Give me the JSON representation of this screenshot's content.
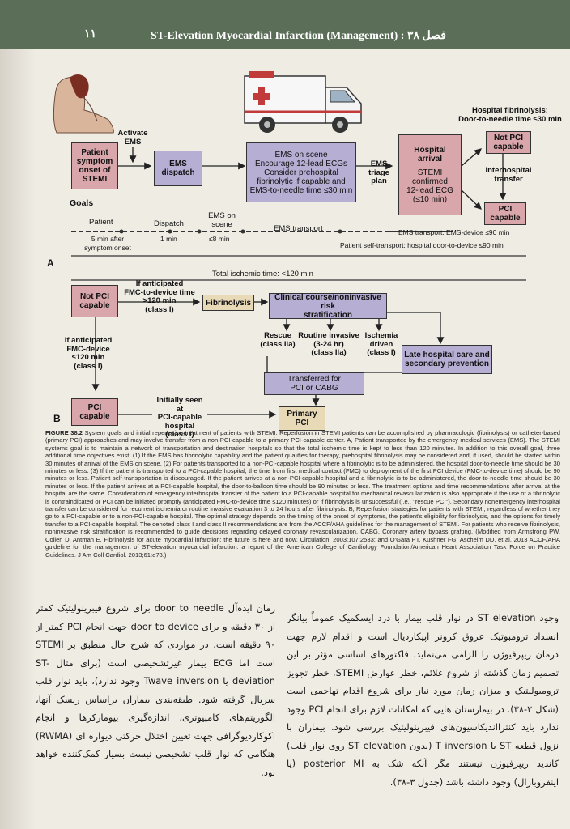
{
  "header": {
    "page_number": "۱۱",
    "running_head": "ST-Elevation Myocardial Infarction (Management) : فصل ۳۸"
  },
  "figureA": {
    "activate_ems": "Activate\nEMS",
    "patient_onset": "Patient\nsymptom\nonset of\nSTEMI",
    "ems_dispatch": "EMS\ndispatch",
    "ems_on_scene": "EMS on scene\nEncourage 12-lead ECGs\nConsider prehospital\nfibrinolytic if capable and\nEMS-to-needle time ≤30 min",
    "ems_triage": "EMS\ntriage\nplan",
    "hospital_arrival": "Hospital\narrival",
    "stemi_confirmed": "STEMI\nconfirmed\n12-lead ECG\n(≤10 min)",
    "hospital_fibrinolysis": "Hospital fibrinolysis:\nDoor-to-needle time ≤30 min",
    "not_pci_capable": "Not PCI\ncapable",
    "interhospital_transfer": "Interhospital\ntransfer",
    "pci_capable": "PCI\ncapable",
    "goals": "Goals",
    "patient": "Patient",
    "dispatch": "Dispatch",
    "ems_on_scene_short": "EMS on\nscene",
    "ems_transport": "EMS transport",
    "t_5min": "5 min after\nsymptom onset",
    "t_1min": "1 min",
    "t_8min": "≤8 min",
    "ems_transport_goal": "EMS transport: EMS-device ≤90 min",
    "self_transport_goal": "Patient self-transport: hospital door-to-device ≤90 min",
    "panel_label": "A",
    "total_ischemic": "Total ischemic time: <120 min"
  },
  "figureB": {
    "not_pci_capable": "Not PCI\ncapable",
    "if_anticipated_gt": "If anticipated\nFMC-to-device time\n>120 min\n(class I)",
    "fibrinolysis": "Fibrinolysis",
    "clinical_course": "Clinical course/noninvasive risk\nstratification",
    "rescue": "Rescue\n(class IIa)",
    "routine_invasive": "Routine invasive\n(3-24 hr)\n(class IIa)",
    "ischemia_driven": "Ischemia\ndriven\n(class I)",
    "late_hospital_care": "Late hospital care and\nsecondary prevention",
    "transferred": "Transferred for\nPCI or CABG",
    "if_anticipated_le": "If anticipated\nFMC-device\n≤120 min\n(class I)",
    "pci_capable": "PCI\ncapable",
    "initially_seen": "Initially seen at\nPCI-capable\nhospital\n(class I)",
    "primary_pci": "Primary\nPCI",
    "panel_label": "B"
  },
  "caption": {
    "label": "FIGURE 38.2",
    "text": "System goals and initial reperfusion treatment of patients with STEMI. Reperfusion in STEMI patients can be accomplished by pharmacologic (fibrinolysis) or catheter-based (primary PCI) approaches and may involve transfer from a non-PCI-capable to a primary PCI-capable center. A, Patient transported by the emergency medical services (EMS). The STEMI systems goal is to maintain a network of transportation and destination hospitals so that the total ischemic time is kept to less than 120 minutes. In addition to this overall goal, three additional time objectives exist. (1) If the EMS has fibrinolytic capability and the patient qualifies for therapy, prehospital fibrinolysis may be considered and, if used, should be started within 30 minutes of arrival of the EMS on scene. (2) For patients transported to a non-PCI-capable hospital where a fibrinolytic is to be administered, the hospital door-to-needle time should be 30 minutes or less. (3) If the patient is transported to a PCI-capable hospital, the time from first medical contact (FMC) to deployment of the first PCI device (FMC-to-device time) should be 90 minutes or less. Patient self-transportation is discouraged. If the patient arrives at a non-PCI-capable hospital and a fibrinolytic is to be administered, the door-to-needle time should be 30 minutes or less. If the patient arrives at a PCI-capable hospital, the door-to-balloon time should be 90 minutes or less. The treatment options and time recommendations after arrival at the hospital are the same. Consideration of emergency interhospital transfer of the patient to a PCI-capable hospital for mechanical revascularization is also appropriate if the use of a fibrinolytic is contraindicated or PCI can be initiated promptly (anticipated FMC-to-device time ≤120 minutes) or if fibrinolysis is unsuccessful (i.e., \"rescue PCI\"). Secondary nonemergency interhospital transfer can be considered for recurrent ischemia or routine invasive evaluation 3 to 24 hours after fibrinolysis. B, Reperfusion strategies for patients with STEMI, regardless of whether they go to a PCI-capable or to a non-PCI-capable hospital. The optimal strategy depends on the timing of the onset of symptoms, the patient's eligibility for fibrinolysis, and the options for timely transfer to a PCI-capable hospital. The denoted class I and class II recommendations are from the ACCF/AHA guidelines for the management of STEMI. For patients who receive fibrinolysis, noninvasive risk stratification is recommended to guide decisions regarding delayed coronary revascularization. CABG, Coronary artery bypass grafting. (Modified from Armstrong PW, Collen D, Antman E. Fibrinolysis for acute myocardial infarction: the future is here and now. Circulation. 2003;107:2533; and O'Gara PT, Kushner FG, Ascheim DD, et al. 2013 ACCF/AHA guideline for the management of ST-elevation myocardial infarction: a report of the American College of Cardiology Foundation/American Heart Association Task Force on Practice Guidelines. J Am Coll Cardiol. 2013;61:e78.)"
  },
  "body_right": "وجود ST elevation در نوار قلب بیمار با درد ایسکمیک عموماً بیانگر انسداد ترومبوتیک عروق کرونر اپیکاردیال است و اقدام لازم جهت درمان ریپرفیوژن را الزامی می‌نماید. فاکتورهای اساسی مؤثر بر این تصمیم زمان گذشته از شروع علائم، خطر عوارض STEMI، خطر تجویز ترومبولیتیک و میزان زمان مورد نیاز برای شروع اقدام تهاجمی است (شکل ۲-۳۸). در بیمارستان هایی که امکانات لازم برای انجام PCI وجود ندارد باید کنترااندیکاسیون‌های فیبرینولیتیک بررسی شود. بیماران با نزول قطعه ST یا T inversion (بدون ST elevation روی نوار قلب) کاندید ریپرفیوژن نیستند مگر آنکه شک به posterior MI (یا اینفروبازال) وجود داشته باشد (جدول ۳-۳۸).",
  "body_left": "زمان ایده‌آل door to needle برای شروع فیبرینولیتیک کمتر از ۳۰ دقیقه و برای door to device جهت انجام PCI کمتر از ۹۰ دقیقه است. در مواردی که شرح حال منطبق بر STEMI است اما ECG بیمار غیرتشخیصی است (برای مثال ST-deviation یا Twave inversion وجود ندارد)، باید نوار قلب سریال گرفته شود. طبقه‌بندی بیماران براساس ریسک آنها، الگوریتم‌های کامپیوتری، اندازه‌گیری بیومارکرها و انجام اکوکاردیوگرافی جهت تعیین اختلال حرکتی دیواره ای (RWMA) هنگامی که نوار قلب تشخیصی نیست بسیار کمک‌کننده خواهد بود."
}
